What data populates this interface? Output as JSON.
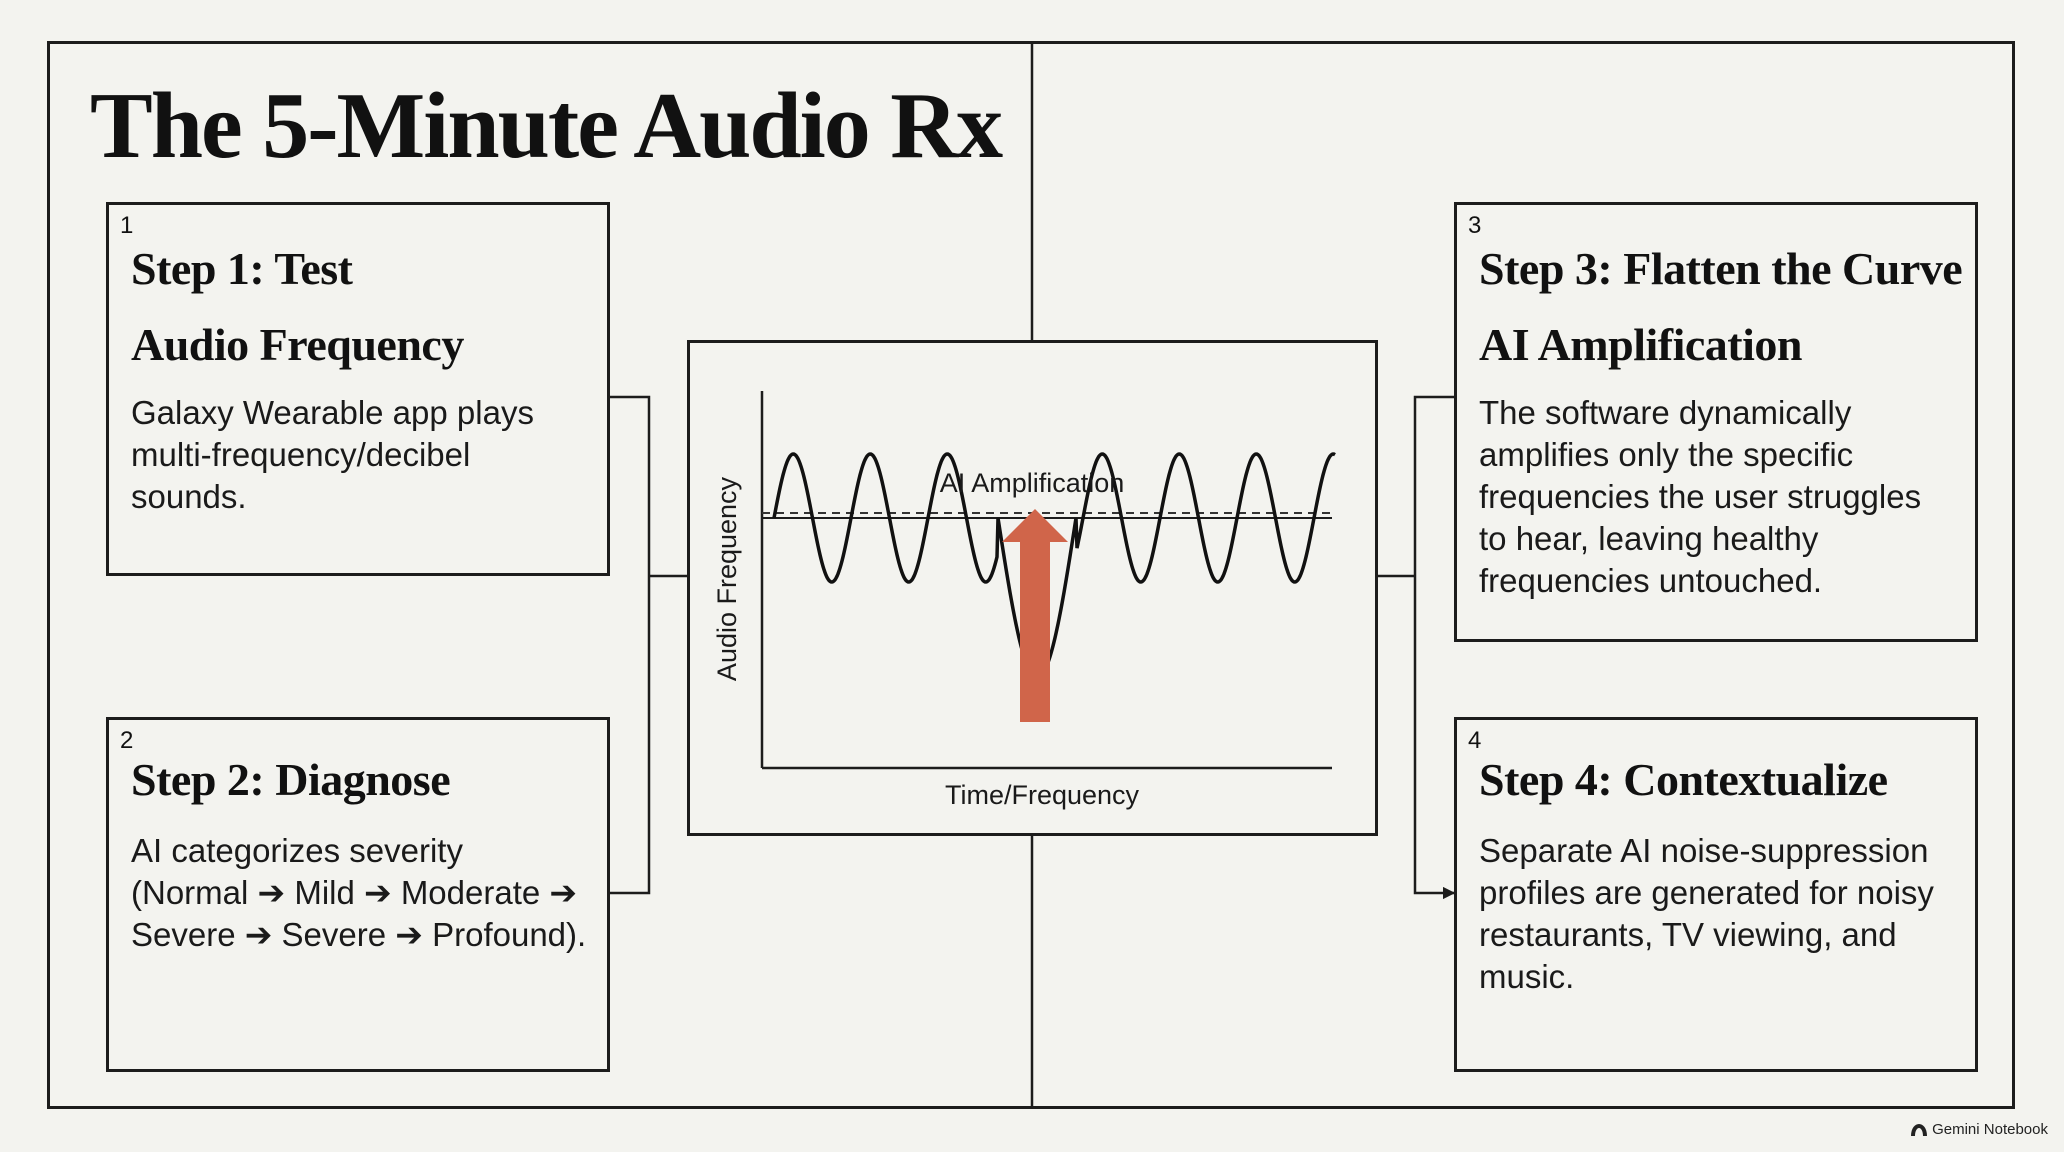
{
  "title": "The 5-Minute Audio Rx",
  "steps": [
    {
      "number": "1",
      "heading": "Step 1: Test",
      "subheading": "Audio Frequency",
      "body": "Galaxy Wearable app plays multi-frequency/decibel sounds."
    },
    {
      "number": "2",
      "heading": "Step 2: Diagnose",
      "body": "AI categorizes severity (Normal ➔ Mild ➔ Moderate ➔ Severe ➔ Severe ➔ Profound)."
    },
    {
      "number": "3",
      "heading": "Step 3: Flatten the Curve",
      "subheading": "AI Amplification",
      "body": "The software dynamically amplifies only the specific frequencies the user struggles to hear, leaving healthy frequencies untouched."
    },
    {
      "number": "4",
      "heading": "Step 4: Contextualize",
      "body": "Separate AI noise-suppression profiles are generated for noisy restaurants, TV viewing, and music."
    }
  ],
  "chart": {
    "annotation": "AI Amplification",
    "xlabel": "Time/Frequency",
    "ylabel": "Audio Frequency",
    "arrow_color": "#d0654a"
  },
  "watermark": {
    "text": "Gemini Notebook",
    "icon": "gemini-notebook-icon"
  }
}
